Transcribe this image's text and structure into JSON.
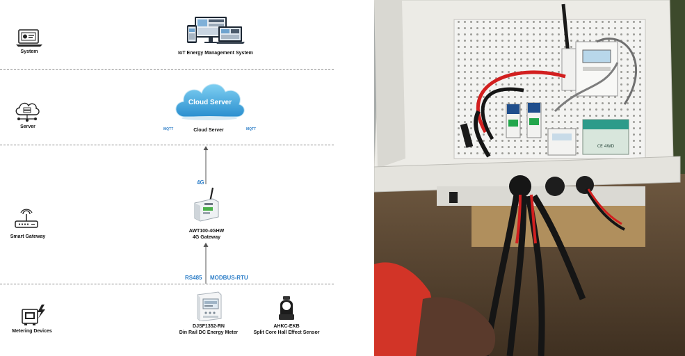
{
  "rows": {
    "system": {
      "label": "System",
      "center_title": "IoT Energy Management System"
    },
    "server": {
      "label": "Server",
      "cloud_text": "Cloud Server",
      "center_title": "Cloud Server",
      "protocol_left": "MQTT",
      "protocol_right": "MQTT"
    },
    "gateway": {
      "label": "Smart Gateway",
      "uplink": "4G",
      "device_line1": "AWT100-4GHW",
      "device_line2": "4G Gateway",
      "bus_left": "RS485",
      "bus_right": "MODBUS-RTU"
    },
    "metering": {
      "label": "Metering Devices",
      "meter_line1": "DJSF1352-RN",
      "meter_line2": "Din Rail DC Energy Meter",
      "sensor_line1": "AHKC-EKB",
      "sensor_line2": "Split Core Hall Effect Sensor"
    }
  },
  "photo_label": "CE 4WD",
  "colors": {
    "accent_blue": "#2f7fc8",
    "cloud_blue": "#3aa4dd",
    "panel_white": "#f1f1ef",
    "cable_red": "#d21f1f",
    "cable_black": "#151515",
    "wall_gray": "#8a8e8f"
  }
}
